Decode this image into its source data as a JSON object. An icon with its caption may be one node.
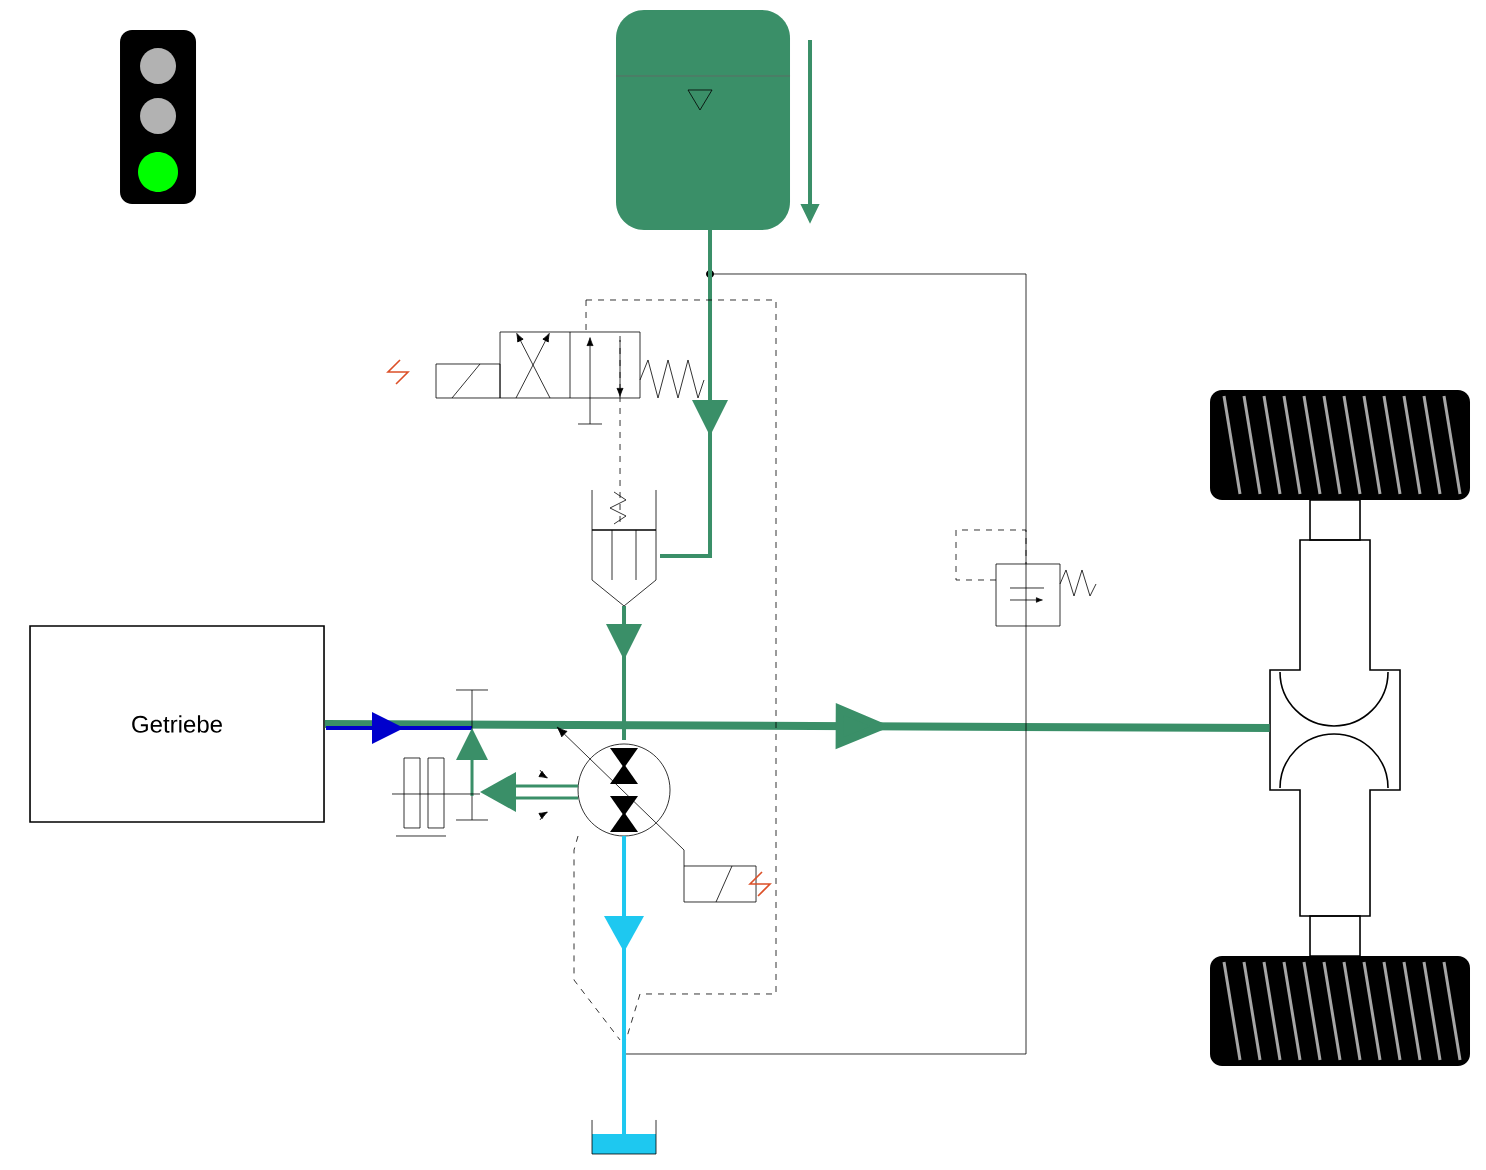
{
  "diagram": {
    "nodes": [
      {
        "text": [
          "Getriebe"
        ]
      },
      {
        "text": [],
        "shape": "picture"
      }
    ],
    "edges": [
      {
        "from": 0,
        "to": 1,
        "arrow": "to"
      }
    ]
  }
}
